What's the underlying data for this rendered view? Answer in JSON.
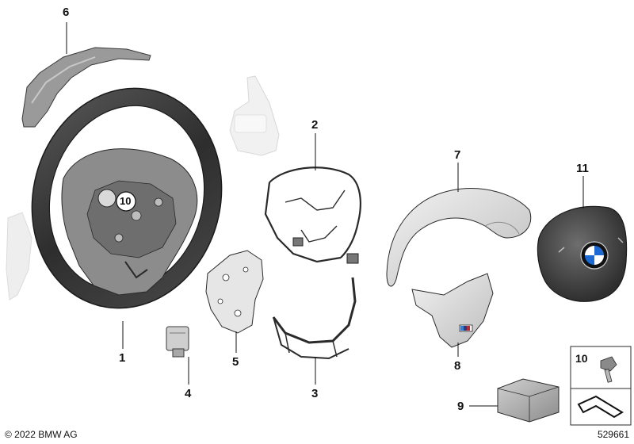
{
  "callouts": {
    "c1": "1",
    "c2": "2",
    "c3": "3",
    "c4": "4",
    "c5": "5",
    "c6": "6",
    "c7": "7",
    "c8": "8",
    "c9": "9",
    "c10": "10",
    "c11": "11",
    "c10_box": "10"
  },
  "footer": {
    "copyright": "© 2022 BMW AG",
    "diagram_number": "529661"
  },
  "colors": {
    "outline": "#1a1a1a",
    "part_dark": "#3a3a3a",
    "part_mid": "#8a8a8a",
    "part_light": "#d6d6d6",
    "ghost": "#e4e4e4"
  }
}
